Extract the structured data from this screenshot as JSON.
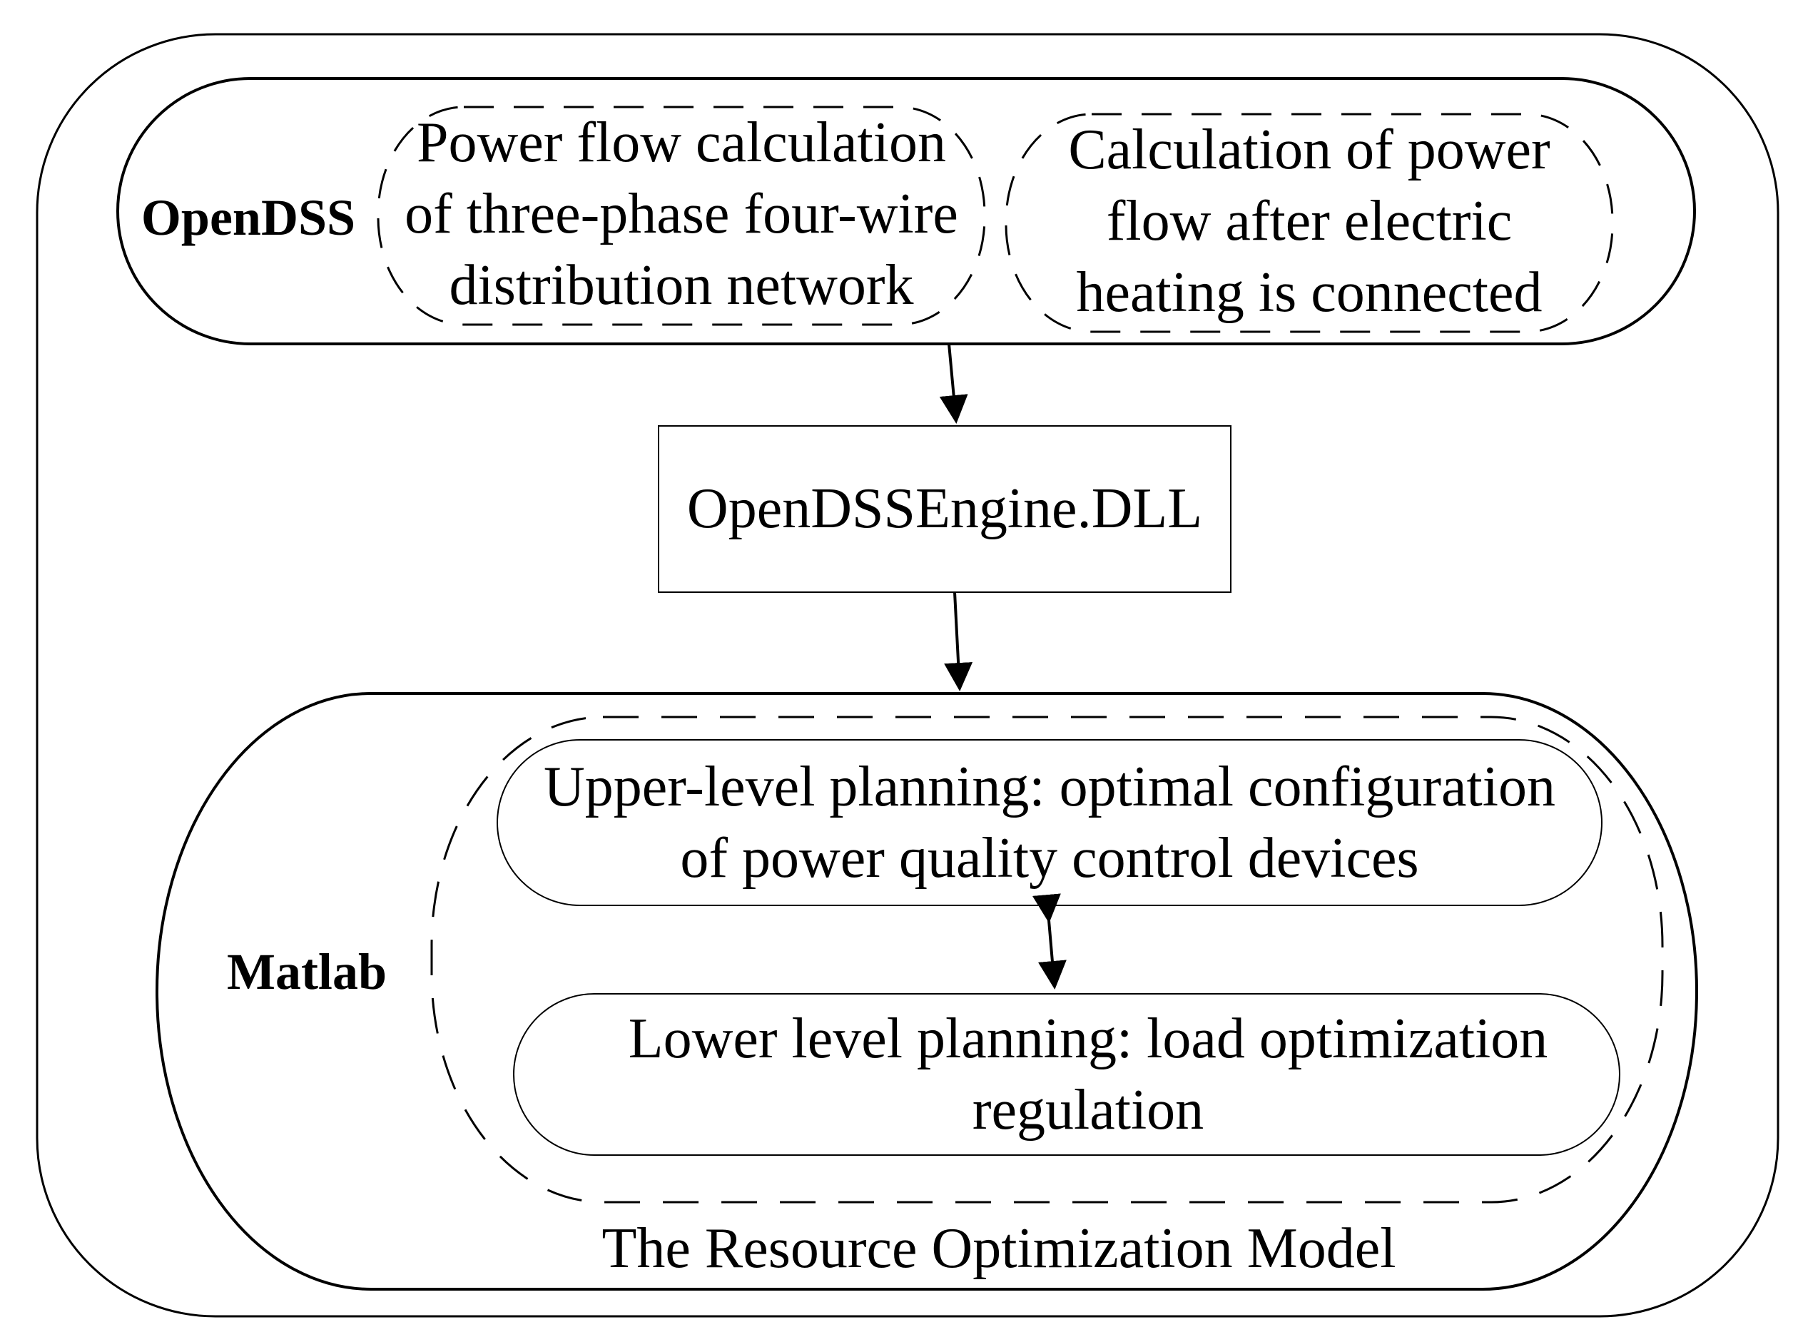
{
  "opendss": {
    "label": "OpenDSS",
    "box1": [
      "Power flow calculation",
      "of three-phase four-wire",
      "distribution network"
    ],
    "box2": [
      "Calculation of power",
      "flow after electric",
      "heating is connected"
    ]
  },
  "engine": {
    "label": "OpenDSSEngine.DLL"
  },
  "matlab": {
    "label": "Matlab",
    "upper": [
      "Upper-level planning: optimal configuration",
      "of power quality control devices"
    ],
    "lower": [
      "Lower level planning: load optimization",
      "regulation"
    ],
    "caption": "The Resource Optimization Model"
  },
  "colors": {
    "stroke": "#000000",
    "background": "#ffffff"
  }
}
